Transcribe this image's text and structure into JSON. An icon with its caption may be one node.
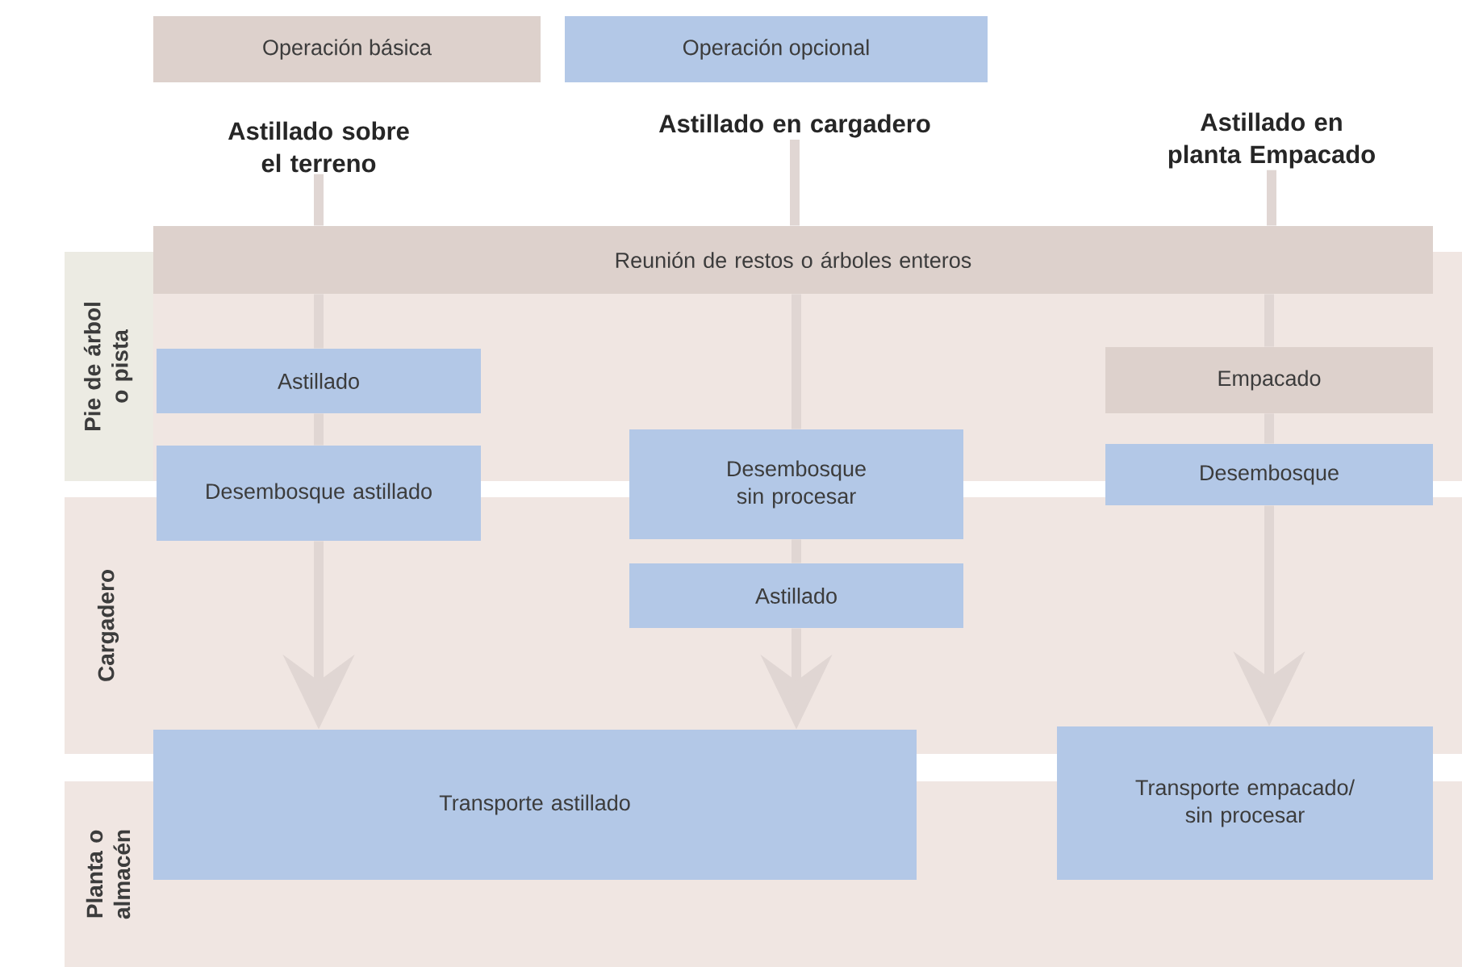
{
  "diagram": {
    "nodes": [
      {
        "text": [
          "Astillado sobre el terreno"
        ]
      },
      {
        "text": [
          "Astillado en cargadero"
        ]
      },
      {
        "text": [
          "Astillado en planta Empacado"
        ]
      },
      {
        "text": [
          "Pie de árbol o pista"
        ]
      },
      {
        "text": [
          "Cargadero"
        ]
      },
      {
        "text": [
          "Planta o almacén"
        ]
      },
      {
        "text": [
          "Reunión de restos o árboles enteros"
        ]
      },
      {
        "text": [
          "Astillado"
        ],
        "in": 3
      },
      {
        "text": [
          "Desembosque astillado"
        ]
      },
      {
        "text": [
          "Desembosque sin procesar"
        ]
      },
      {
        "text": [
          "Astillado"
        ],
        "in": 4
      },
      {
        "text": [
          "Empacado"
        ],
        "in": 3
      },
      {
        "text": [
          "Desembosque"
        ]
      },
      {
        "text": [
          "Transporte astillado"
        ]
      },
      {
        "text": [
          "Transporte empacado/ sin procesar"
        ]
      }
    ],
    "edges": [
      {
        "from": 0,
        "to": 6,
        "arrow": "none"
      },
      {
        "from": 6,
        "to": 7,
        "arrow": "none"
      },
      {
        "from": 7,
        "to": 8,
        "arrow": "none"
      },
      {
        "from": 8,
        "to": 13,
        "arrow": "to"
      },
      {
        "from": 1,
        "to": 6,
        "arrow": "none"
      },
      {
        "from": 6,
        "to": 9,
        "arrow": "none"
      },
      {
        "from": 9,
        "to": 10,
        "arrow": "none"
      },
      {
        "from": 10,
        "to": 13,
        "arrow": "to"
      },
      {
        "from": 2,
        "to": 6,
        "arrow": "none"
      },
      {
        "from": 6,
        "to": 11,
        "arrow": "none"
      },
      {
        "from": 11,
        "to": 12,
        "arrow": "none"
      },
      {
        "from": 12,
        "to": 14,
        "arrow": "to"
      }
    ],
    "legend": [
      {
        "text": "Operación básica",
        "color": "#ddd1cc"
      },
      {
        "text": "Operación opcional",
        "color": "#b3c8e7"
      }
    ]
  }
}
